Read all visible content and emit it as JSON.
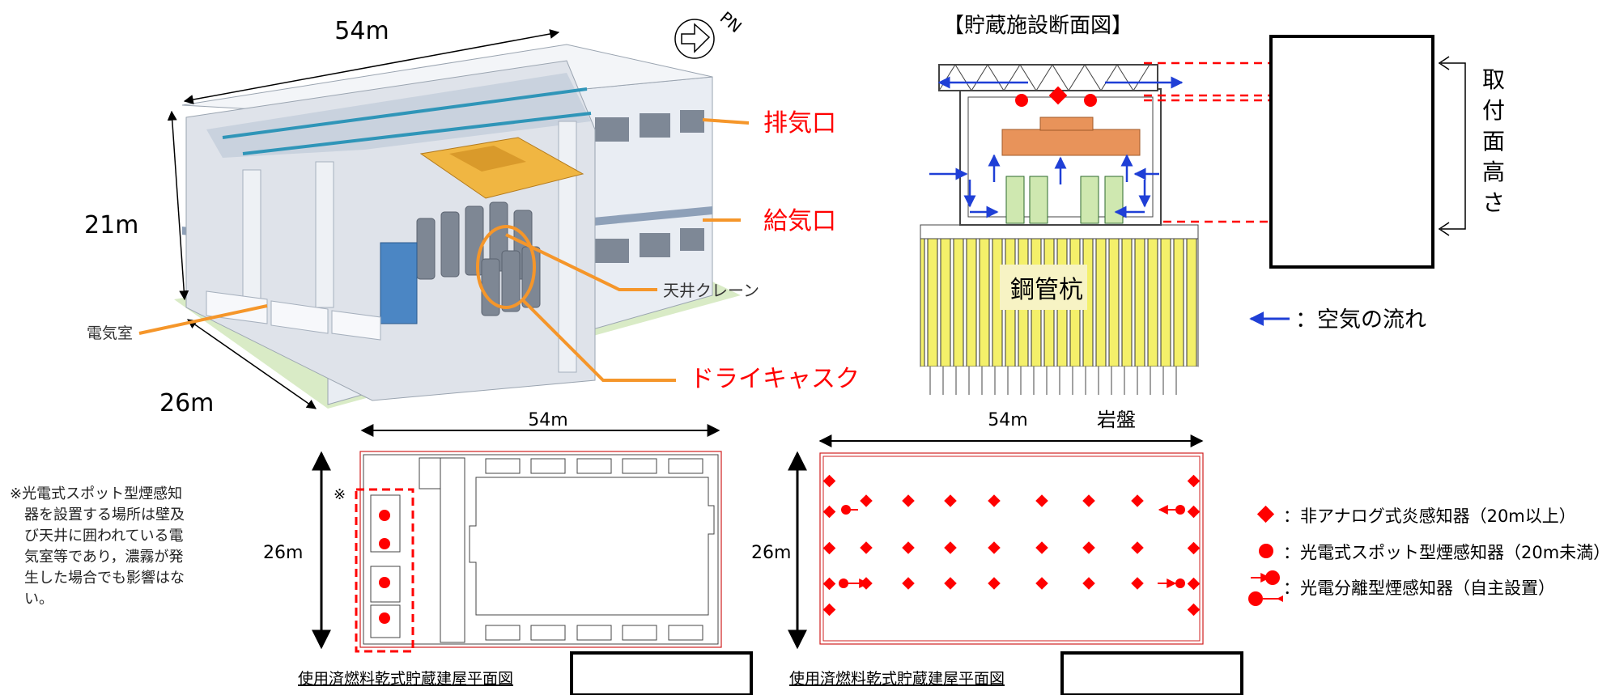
{
  "building": {
    "dim_length": "54m",
    "dim_height": "21m",
    "dim_width": "26m",
    "label_electrical_room": "電気室",
    "label_crane": "天井クレーン",
    "label_exhaust": "排気口",
    "label_intake": "給気口",
    "label_dry_cask": "ドライキャスク"
  },
  "section": {
    "title": "【貯蔵施設断面図】",
    "label_piles": "鋼管杭",
    "label_bedrock": "岩盤",
    "mount_height_chars": [
      "取",
      "付",
      "面",
      "高",
      "さ"
    ],
    "airflow_legend": "：空気の流れ"
  },
  "plan_left": {
    "dim_length": "54m",
    "dim_width": "26m",
    "asterisk": "※",
    "caption": "使用済燃料乾式貯蔵建屋平面図"
  },
  "plan_right": {
    "dim_length": "54m",
    "dim_width": "26m",
    "caption": "使用済燃料乾式貯蔵建屋平面図"
  },
  "note_lines": [
    "※光電式スポット型煙感知",
    "器を設置する場所は壁及",
    "び天井に囲われている電",
    "気室等であり，濃霧が発",
    "生した場合でも影響はな",
    "い。"
  ],
  "legend": {
    "flame_detector": "：非アナログ式炎感知器（20m以上）",
    "spot_smoke_detector": "：光電式スポット型煙感知器（20m未満）",
    "beam_smoke_detector": "：光電分離型煙感知器（自主設置）"
  },
  "compass_letters": "PN",
  "colors": {
    "red": "#ff0000",
    "orange": "#f5962a",
    "blue": "#1f3fd6",
    "yellow": "#f4f06a"
  }
}
